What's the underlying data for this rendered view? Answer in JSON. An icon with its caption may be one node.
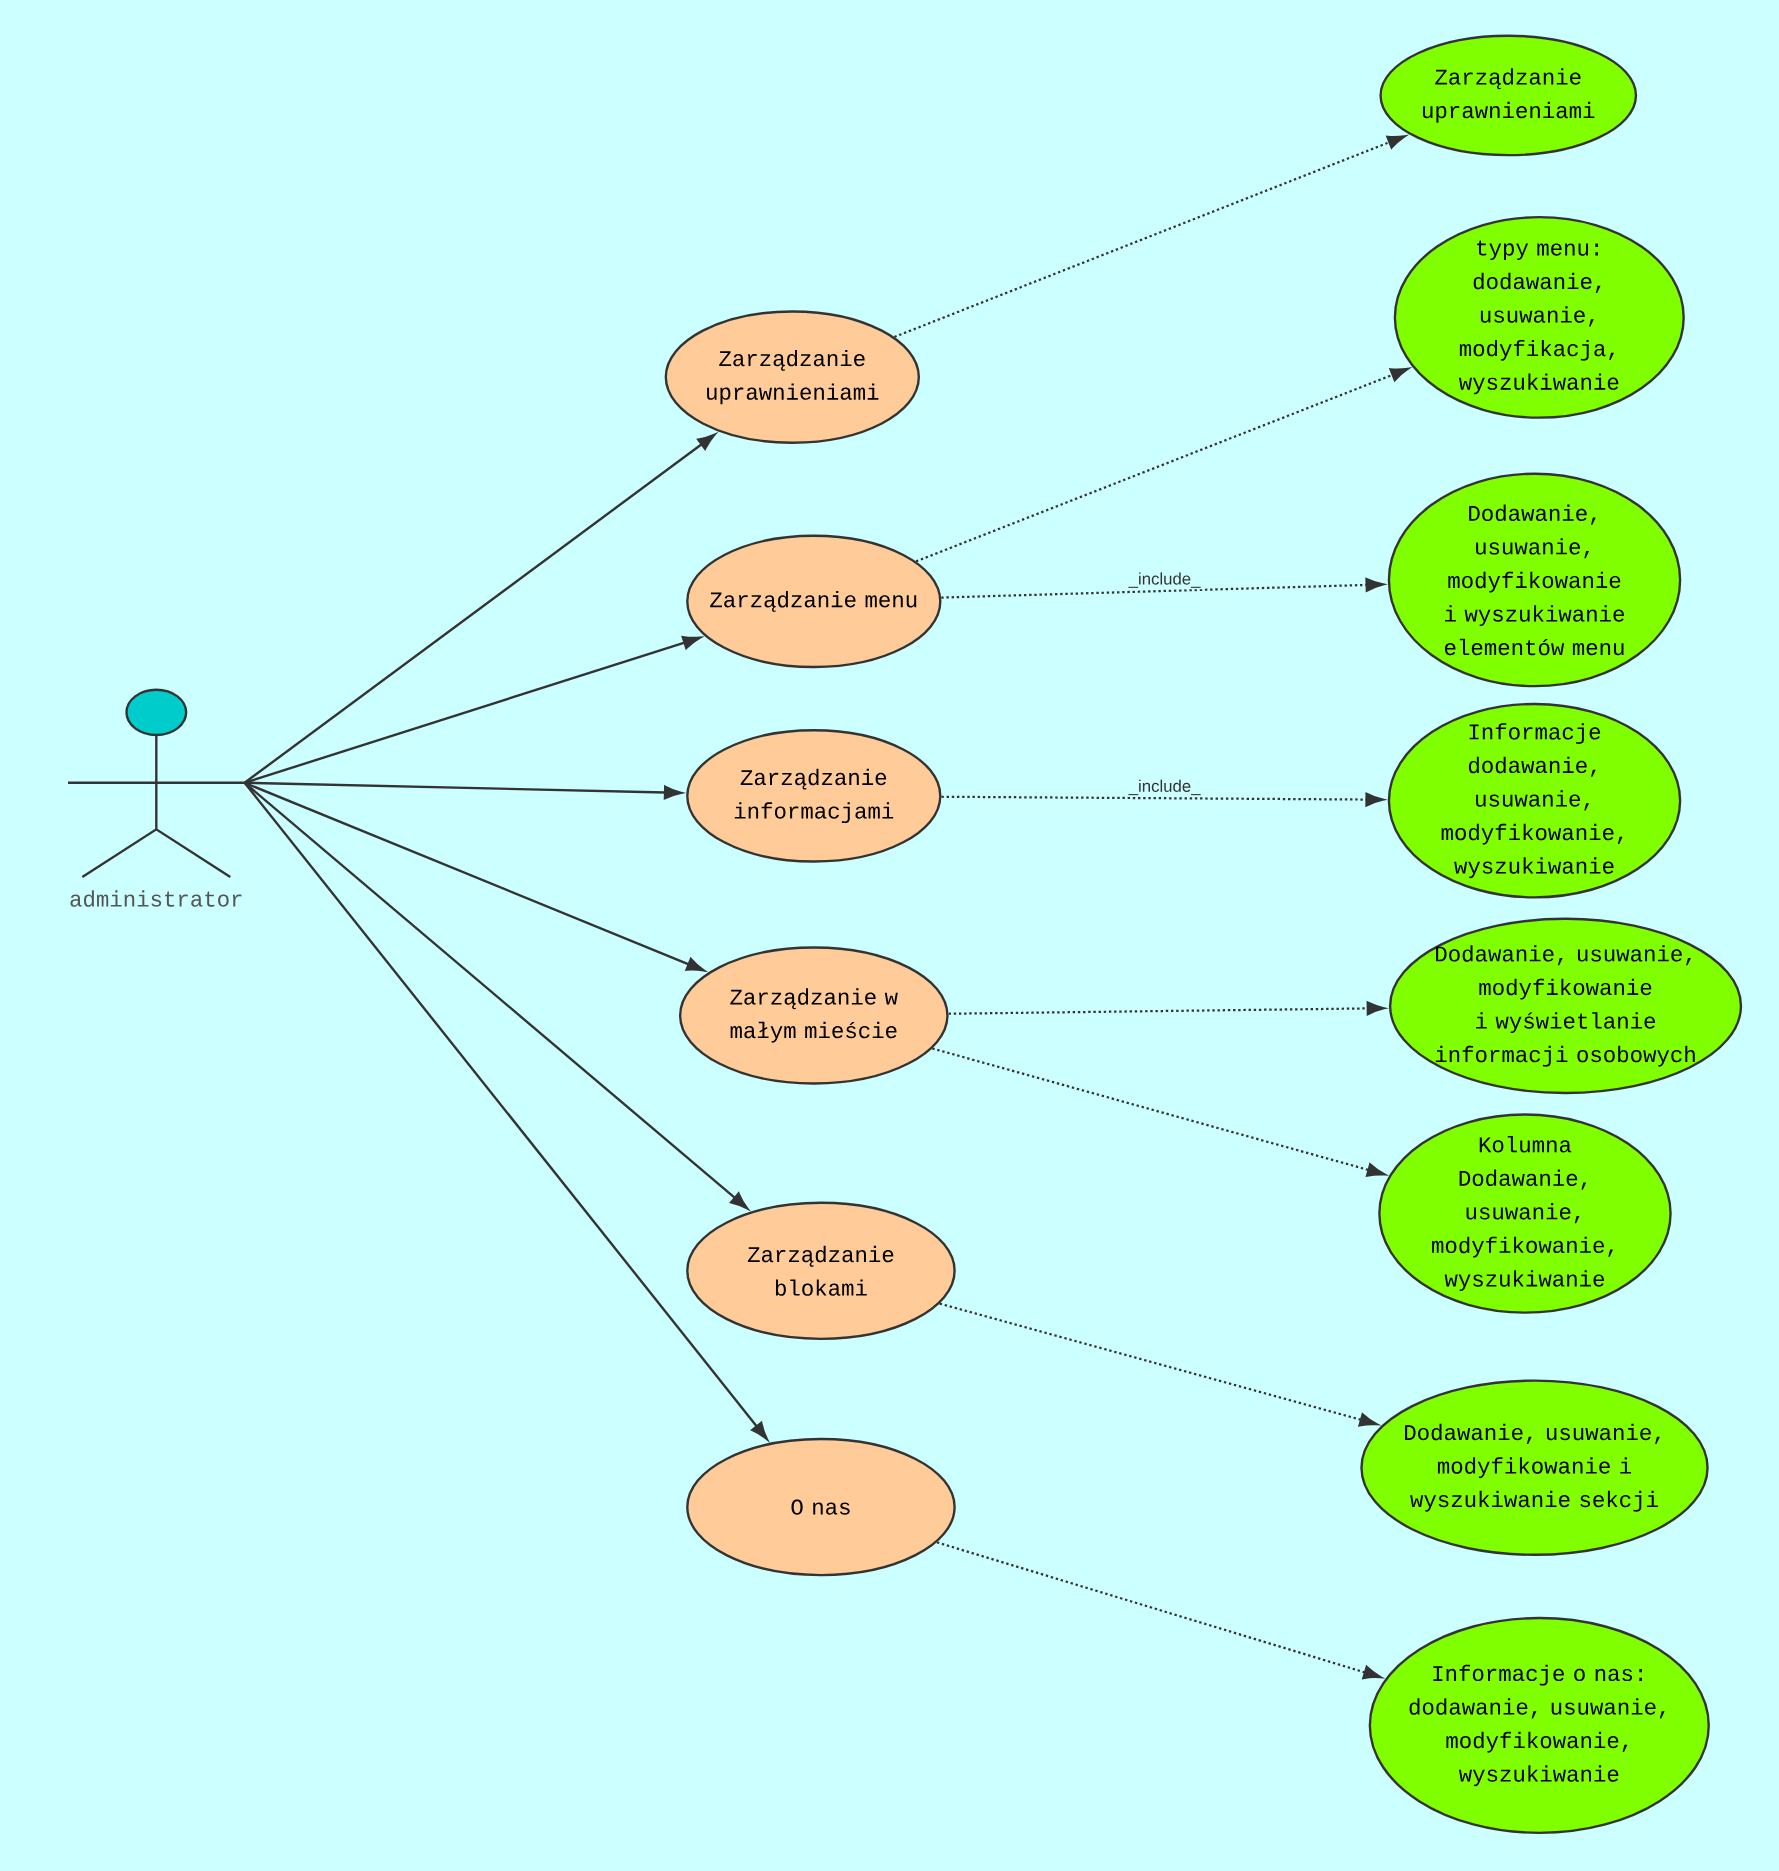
{
  "diagram": {
    "nodes": [
      {
        "text": [
          "administrator"
        ]
      },
      {
        "text": [
          "Zarządzanie uprawnieniami"
        ]
      },
      {
        "text": [
          "Zarządzanie menu"
        ]
      },
      {
        "text": [
          "Zarządzanie informacjami"
        ]
      },
      {
        "text": [
          "Zarządzanie w małym mieście"
        ]
      },
      {
        "text": [
          "Zarządzanie blokami"
        ]
      },
      {
        "text": [
          "O nas"
        ]
      },
      {
        "text": [
          "Zarządzanie uprawnieniami"
        ]
      },
      {
        "text": [
          "typy menu: dodawanie, usuwanie, modyfikacja, wyszukiwanie"
        ]
      },
      {
        "text": [
          "Dodawanie, usuwanie, modyfikowanie i wyszukiwanie elementów menu"
        ]
      },
      {
        "text": [
          "Informacje dodawanie, usuwanie, modyfikowanie, wyszukiwanie"
        ]
      },
      {
        "text": [
          "Dodawanie, usuwanie, modyfikowanie i wyświetlanie informacji osobowych"
        ]
      },
      {
        "text": [
          "Kolumna Dodawanie, usuwanie, modyfikowanie, wyszukiwanie"
        ]
      },
      {
        "text": [
          "Dodawanie, usuwanie, modyfikowanie i wyszukiwanie sekcji"
        ]
      },
      {
        "text": [
          "Informacje o nas: dodawanie, usuwanie, modyfikowanie, wyszukiwanie"
        ]
      }
    ],
    "edges": [
      {
        "from": 0,
        "to": 1,
        "arrow": "to"
      },
      {
        "from": 0,
        "to": 2,
        "arrow": "to"
      },
      {
        "from": 0,
        "to": 3,
        "arrow": "to"
      },
      {
        "from": 0,
        "to": 4,
        "arrow": "to"
      },
      {
        "from": 0,
        "to": 5,
        "arrow": "to"
      },
      {
        "from": 0,
        "to": 6,
        "arrow": "to"
      },
      {
        "from": 1,
        "to": 7,
        "arrow": "to",
        "style": "dashed"
      },
      {
        "from": 2,
        "to": 8,
        "arrow": "to",
        "style": "dashed"
      },
      {
        "from": 2,
        "to": 9,
        "arrow": "to",
        "style": "dashed",
        "label": "_include_"
      },
      {
        "from": 3,
        "to": 10,
        "arrow": "to",
        "style": "dashed",
        "label": "_include_"
      },
      {
        "from": 4,
        "to": 11,
        "arrow": "to",
        "style": "dashed"
      },
      {
        "from": 4,
        "to": 12,
        "arrow": "to",
        "style": "dashed"
      },
      {
        "from": 5,
        "to": 13,
        "arrow": "to",
        "style": "dashed"
      },
      {
        "from": 6,
        "to": 14,
        "arrow": "to",
        "style": "dashed"
      }
    ]
  }
}
